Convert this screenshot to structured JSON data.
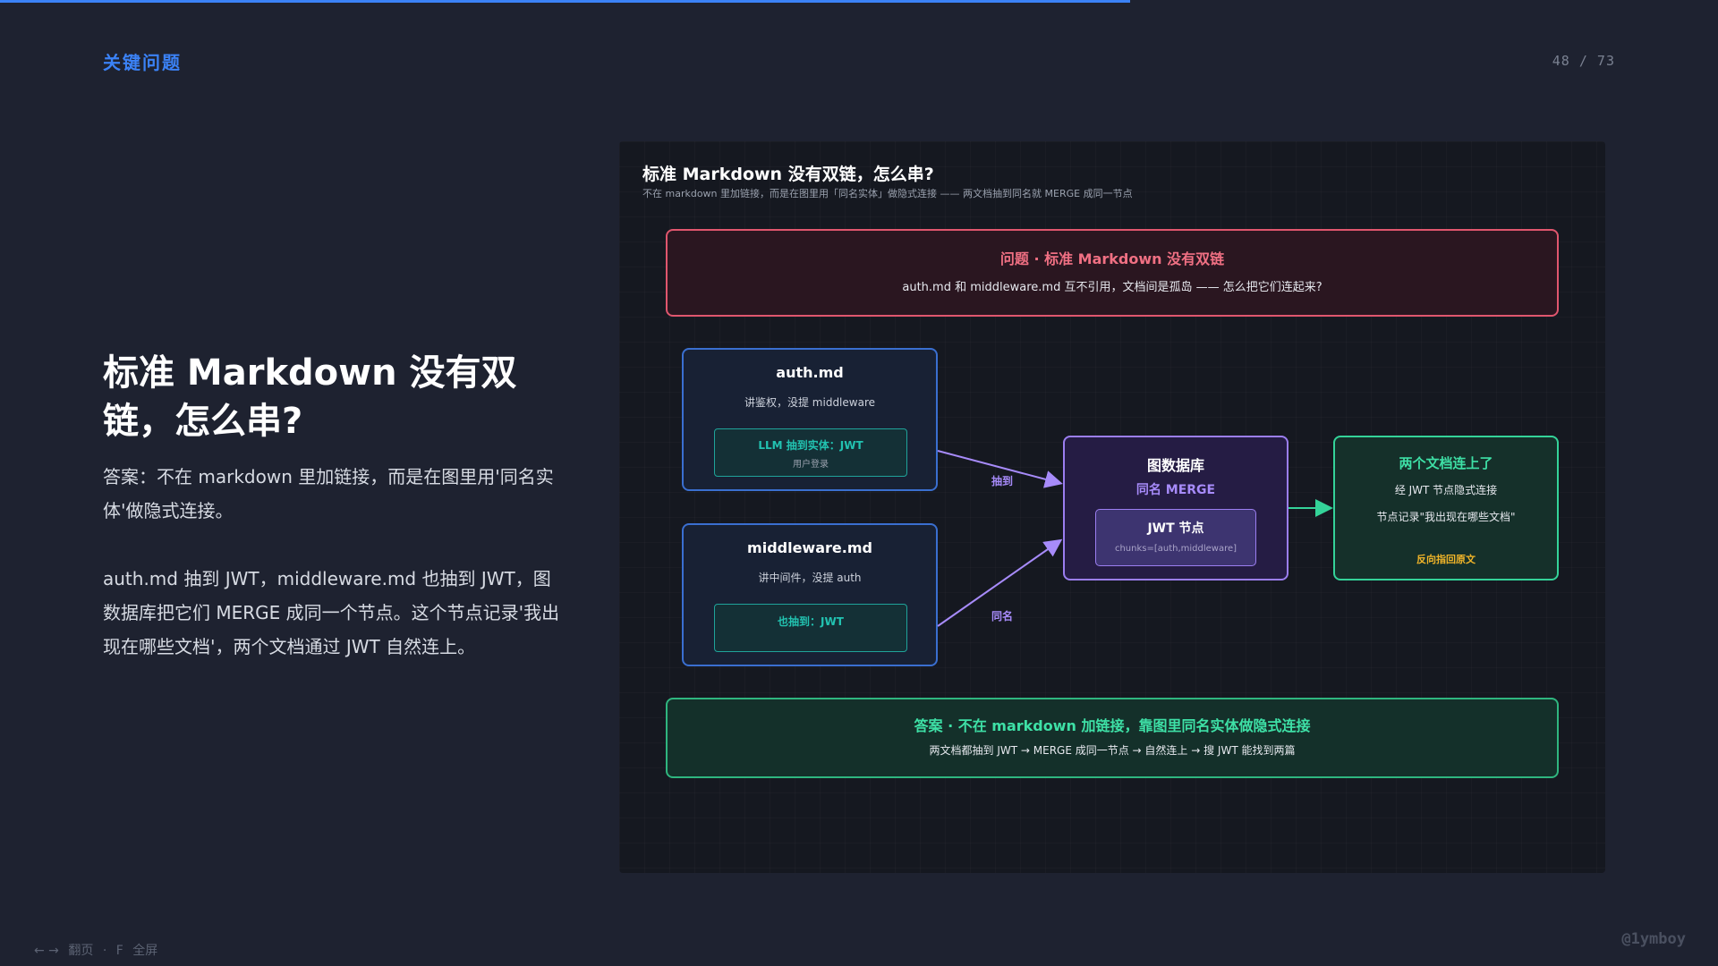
{
  "progress": {
    "current": 48,
    "total": 73,
    "fraction": 0.658
  },
  "header": {
    "section_label": "关键问题",
    "page_counter": "48 / 73"
  },
  "left": {
    "title": "标准 Markdown 没有双链，怎么串?",
    "answer": "答案：不在 markdown 里加链接，而是在图里用'同名实体'做隐式连接。",
    "detail": "auth.md 抽到 JWT，middleware.md 也抽到 JWT，图数据库把它们 MERGE 成同一个节点。这个节点记录'我出现在哪些文档'，两个文档通过 JWT 自然连上。"
  },
  "diagram": {
    "title": "标准 Markdown 没有双链，怎么串?",
    "subtitle": "不在 markdown 里加链接，而是在图里用「同名实体」做隐式连接 —— 两文档抽到同名就 MERGE 成同一节点",
    "problem": {
      "heading": "问题 · 标准 Markdown 没有双链",
      "body": "auth.md 和 middleware.md 互不引用，文档间是孤岛 —— 怎么把它们连起来?"
    },
    "auth_doc": {
      "name": "auth.md",
      "desc": "讲鉴权，没提 middleware",
      "entity": "LLM 抽到实体：JWT",
      "entity_sub": "用户登录"
    },
    "middleware_doc": {
      "name": "middleware.md",
      "desc": "讲中间件，没提 auth",
      "entity": "也抽到：JWT"
    },
    "graph_db": {
      "title": "图数据库",
      "subtitle": "同名 MERGE",
      "node_title": "JWT 节点",
      "node_chunks": "chunks=[auth,middleware]"
    },
    "linked": {
      "title": "两个文档连上了",
      "line1": "经 JWT 节点隐式连接",
      "line2": "节点记录\"我出现在哪些文档\"",
      "line3": "反向指回原文"
    },
    "arrow_labels": {
      "extract": "抽到",
      "same_name": "同名"
    },
    "answer": {
      "heading": "答案 · 不在 markdown 加链接，靠图里同名实体做隐式连接",
      "body": "两文档都抽到 JWT → MERGE 成同一节点 → 自然连上 → 搜 JWT 能找到两篇"
    }
  },
  "footer": {
    "nav_arrows": "← →",
    "nav_page": "翻页",
    "nav_sep": "·",
    "nav_key": "F",
    "nav_fullscreen": "全屏",
    "watermark": "@1ymboy"
  },
  "colors": {
    "background": "#1e2230",
    "accent_blue": "#3b82f6",
    "problem_red": "#e0566e",
    "doc_blue": "#3a6fd0",
    "graph_purple": "#9b7ef0",
    "success_green": "#34d399",
    "highlight_gold": "#f0b429"
  }
}
